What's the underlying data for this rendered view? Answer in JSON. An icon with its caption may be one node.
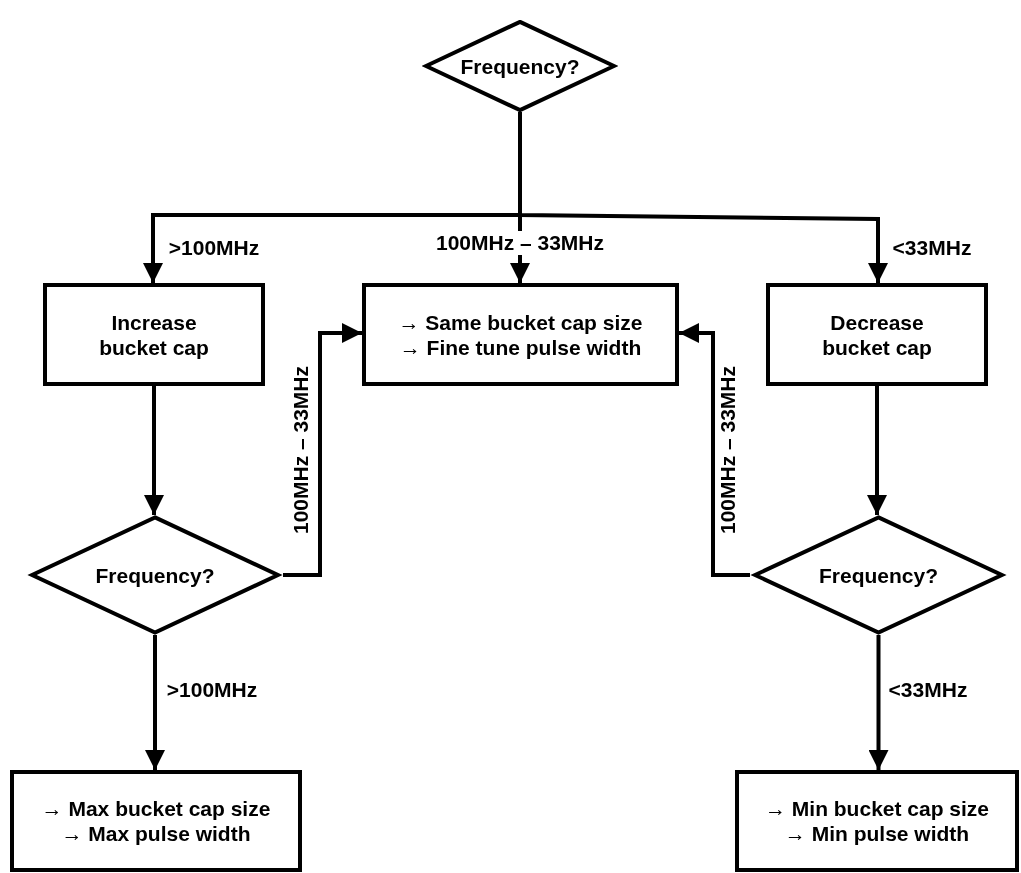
{
  "diagram": {
    "nodes": [
      {
        "text": [
          "Frequency?"
        ]
      },
      {
        "text": [
          "Increase bucket cap"
        ]
      },
      {
        "text": [
          "→ Same bucket cap size",
          "→ Fine tune pulse width"
        ]
      },
      {
        "text": [
          "Decrease bucket cap"
        ]
      },
      {
        "text": [
          "Frequency?"
        ]
      },
      {
        "text": [
          "Frequency?"
        ]
      },
      {
        "text": [
          "→ Max bucket cap size",
          "→ Max pulse width"
        ]
      },
      {
        "text": [
          "→ Min bucket cap size",
          "→ Min pulse width"
        ]
      }
    ],
    "edges": [
      {
        "from": 0,
        "to": 1,
        "arrow": "to",
        "label": ">100MHz"
      },
      {
        "from": 0,
        "to": 2,
        "arrow": "to",
        "label": "100MHz – 33MHz"
      },
      {
        "from": 0,
        "to": 3,
        "arrow": "to",
        "label": "<33MHz"
      },
      {
        "from": 1,
        "to": 4,
        "arrow": "to"
      },
      {
        "from": 3,
        "to": 5,
        "arrow": "to"
      },
      {
        "from": 4,
        "to": 2,
        "arrow": "to",
        "label": "100MHz – 33MHz"
      },
      {
        "from": 5,
        "to": 2,
        "arrow": "to",
        "label": "100MHz – 33MHz"
      },
      {
        "from": 4,
        "to": 6,
        "arrow": "to",
        "label": ">100MHz"
      },
      {
        "from": 5,
        "to": 7,
        "arrow": "to",
        "label": "<33MHz"
      }
    ]
  }
}
